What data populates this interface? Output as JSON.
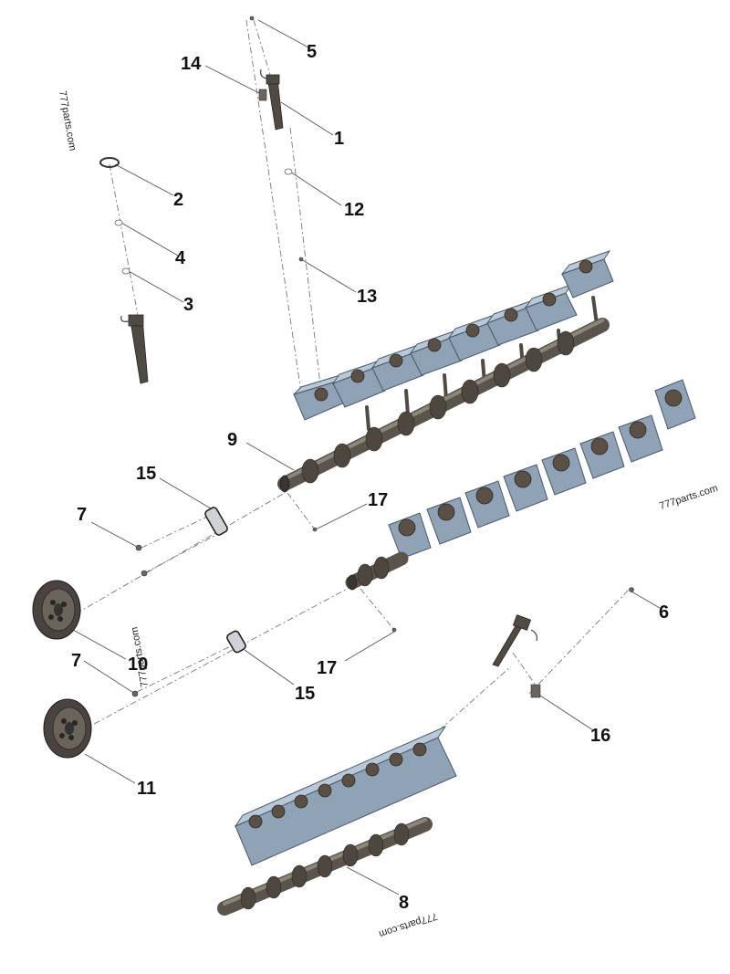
{
  "callouts": {
    "c1": "1",
    "c2": "2",
    "c3": "3",
    "c4": "4",
    "c5": "5",
    "c6": "6",
    "c7a": "7",
    "c7b": "7",
    "c8": "8",
    "c9": "9",
    "c10": "10",
    "c11": "11",
    "c12": "12",
    "c13": "13",
    "c14": "14",
    "c15a": "15",
    "c15b": "15",
    "c16": "16",
    "c17a": "17",
    "c17b": "17"
  },
  "watermarks": {
    "w1": "777parts.com",
    "w2": "777parts.com",
    "w3": "777parts.com",
    "w4": "777parts.com"
  },
  "colors": {
    "housing": "#8fa2b6",
    "housing_top": "#b9c8d8",
    "metal": "#4f4a44"
  }
}
